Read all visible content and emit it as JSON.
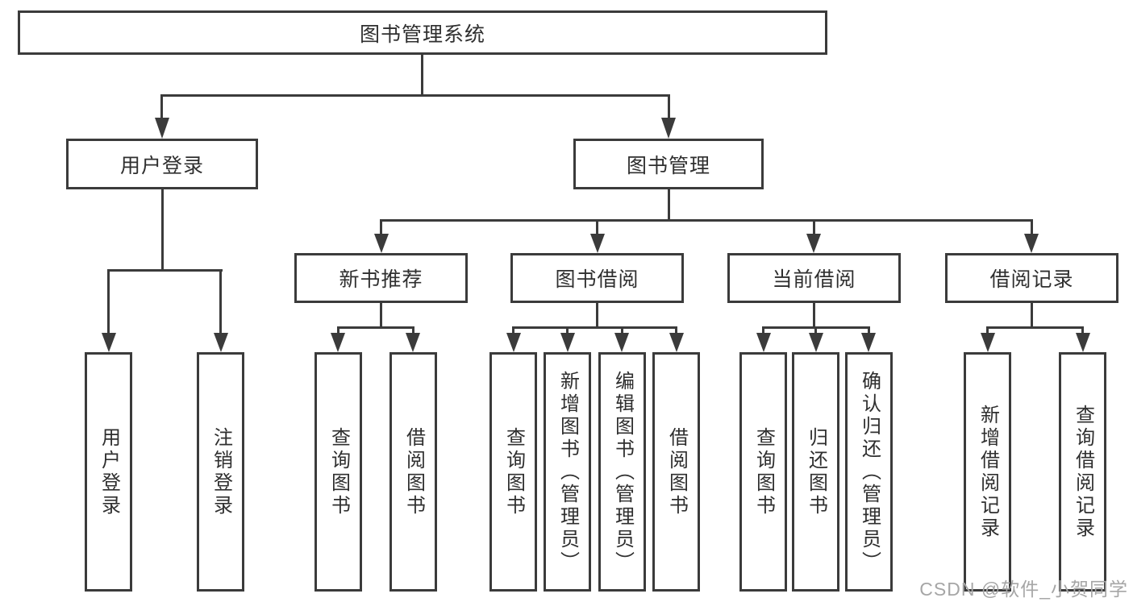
{
  "tree": {
    "root": "图书管理系统",
    "children": [
      {
        "label": "用户登录",
        "children": [
          "用户登录",
          "注销登录"
        ]
      },
      {
        "label": "图书管理",
        "children": [
          {
            "label": "新书推荐",
            "children": [
              "查询图书",
              "借阅图书"
            ]
          },
          {
            "label": "图书借阅",
            "children": [
              "查询图书",
              "新增图书（管理员）",
              "编辑图书（管理员）",
              "借阅图书"
            ]
          },
          {
            "label": "当前借阅",
            "children": [
              "查询图书",
              "归还图书",
              "确认归还（管理员）"
            ]
          },
          {
            "label": "借阅记录",
            "children": [
              "新增借阅记录",
              "查询借阅记录"
            ]
          }
        ]
      }
    ]
  },
  "watermark": "CSDN @软件_小贺同学",
  "colors": {
    "line": "#3b3b3b",
    "text": "#2f2f2f",
    "watermark": "#a6a6a6",
    "background": "#ffffff"
  }
}
